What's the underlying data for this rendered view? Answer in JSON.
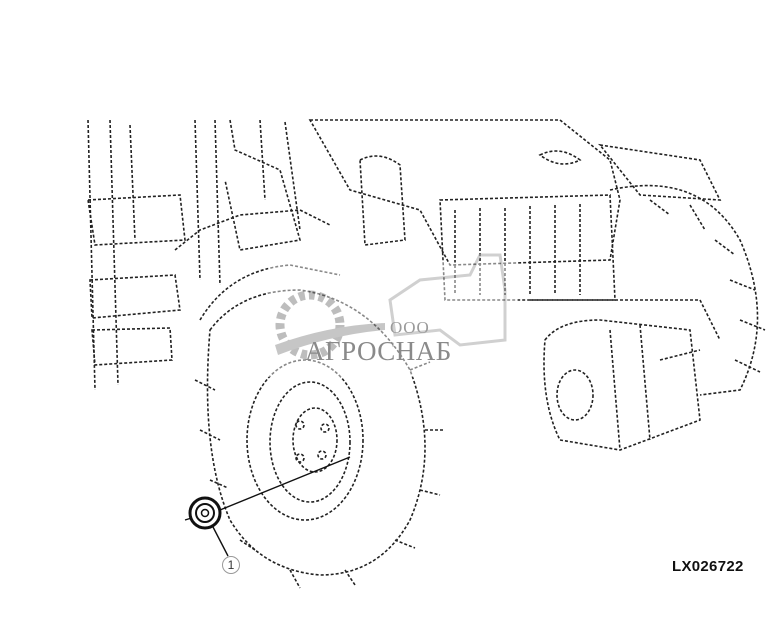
{
  "figure": {
    "id_label": "LX026722",
    "callouts": [
      {
        "number": "1",
        "part": "nut"
      }
    ]
  },
  "watermark": {
    "prefix": "ООО",
    "name": "АГРОСНАБ",
    "color": "#8a8a8a"
  }
}
